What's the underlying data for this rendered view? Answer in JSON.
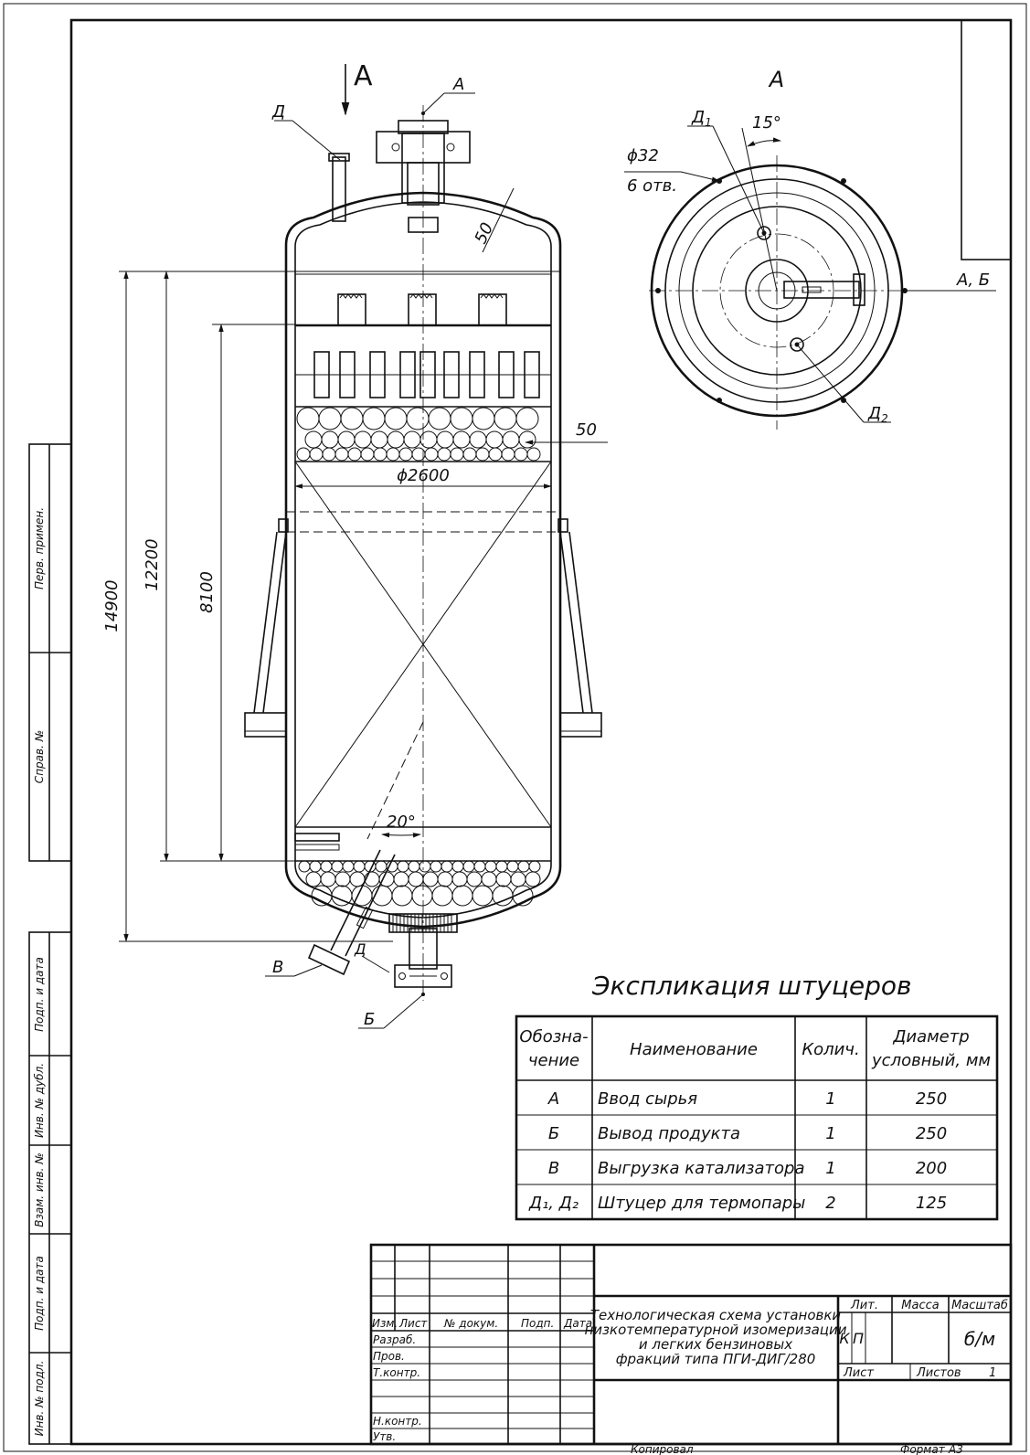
{
  "drawing": {
    "view_label": "А",
    "labels": {
      "nozzle_a": "А",
      "nozzle_d": "Д",
      "nozzle_v": "В",
      "nozzle_d_bottom": "Д",
      "nozzle_b": "Б",
      "dim_wall": "50",
      "dim_insulation": "50",
      "dim_diameter": "ϕ2600",
      "dim_total_height": "14900",
      "dim_shell_height": "12200",
      "dim_bed_height": "8100",
      "angle_bottom": "20°"
    },
    "plan_view": {
      "title": "А",
      "angle": "15°",
      "hole_dia": "ϕ32",
      "hole_count": "6 отв.",
      "d1_label": "Д",
      "d1_sub": "1",
      "d2_label": "Д",
      "d2_sub": "2",
      "ab_label": "А, Б"
    }
  },
  "side_stamp": [
    "Перв. примен.",
    "Справ. №",
    "Подп. и дата",
    "Инв. № дубл.",
    "Взам. инв. №",
    "Подп. и дата",
    "Инв. № подл."
  ],
  "explication": {
    "title": "Экспликация штуцеров",
    "headers": {
      "designation_l1": "Обозна-",
      "designation_l2": "чение",
      "name": "Наименование",
      "qty": "Колич.",
      "dia_l1": "Диаметр",
      "dia_l2": "условный, мм"
    },
    "rows": [
      {
        "designation": "А",
        "name": "Ввод сырья",
        "qty": "1",
        "dia": "250"
      },
      {
        "designation": "Б",
        "name": "Вывод продукта",
        "qty": "1",
        "dia": "250"
      },
      {
        "designation": "В",
        "name": "Выгрузка катализатора",
        "qty": "1",
        "dia": "200"
      },
      {
        "designation": "Д₁, Д₂",
        "name": "Штуцер для термопары",
        "qty": "2",
        "dia": "125"
      }
    ]
  },
  "title_block": {
    "columns": [
      "Изм.",
      "Лист",
      "№ докум.",
      "Подп.",
      "Дата"
    ],
    "roles": [
      "Разраб.",
      "Пров.",
      "Т.контр.",
      "Н.контр.",
      "Утв."
    ],
    "title_lines": [
      "Технологическая схема установки",
      "низкотемпературной изомеризации",
      "и легких бензиновых",
      "фракций типа ПГИ-ДИГ/280"
    ],
    "lit_label": "Лит.",
    "mass_label": "Масса",
    "scale_label": "Масштаб",
    "lit_values": [
      "К",
      "П"
    ],
    "scale_value": "б/м",
    "sheet_label": "Лист",
    "sheets_label": "Листов",
    "sheets_value": "1"
  },
  "footer": {
    "copied": "Копировал",
    "format_label": "Формат",
    "format_value": "А3"
  }
}
